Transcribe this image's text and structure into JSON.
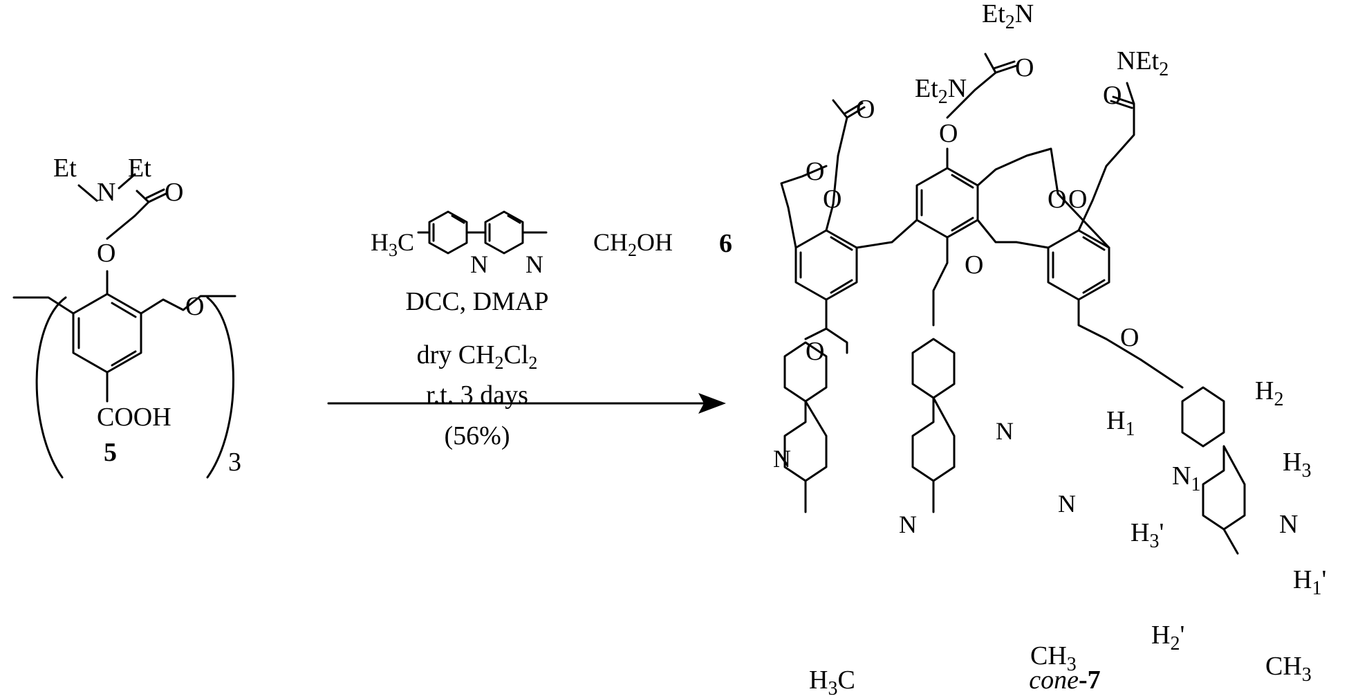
{
  "reactant": {
    "compound_number": "5",
    "et_left": "Et",
    "et_right": "Et",
    "n_atom": "N",
    "o_carbonyl": "O",
    "o_ether": "O",
    "o_bridge": "O",
    "acid": "COOH",
    "repeat_subscript": "3"
  },
  "reagent": {
    "compound_number": "6",
    "h3c_prefix": "H",
    "h3c_sub": "3",
    "h3c_suffix": "C",
    "ch2oh_prefix": "CH",
    "ch2oh_sub": "2",
    "ch2oh_suffix": "OH",
    "n_left": "N",
    "n_right": "N"
  },
  "conditions": {
    "coupling": "DCC, DMAP",
    "solvent_prefix": "dry CH",
    "solvent_sub1": "2",
    "solvent_mid": "Cl",
    "solvent_sub2": "2",
    "time": "r.t.  3 days",
    "yield": "(56%)"
  },
  "product": {
    "label_italic": "cone",
    "label_number": "-7",
    "amide_1_prefix": "Et",
    "amide_1_sub": "2",
    "amide_1_suffix": "N",
    "amide_2_prefix": "Et",
    "amide_2_sub": "2",
    "amide_2_suffix": "N",
    "amide_3_prefix": "NEt",
    "amide_3_sub": "2",
    "o": "O",
    "n": "N",
    "ch3_prefix": "CH",
    "ch3_sub": "3",
    "h3c_prefix": "H",
    "h3c_sub": "3",
    "h3c_suffix": "C",
    "proton_h": "H",
    "h1": "1",
    "h2": "2",
    "h3": "3",
    "n1": "1",
    "prime": "'"
  }
}
